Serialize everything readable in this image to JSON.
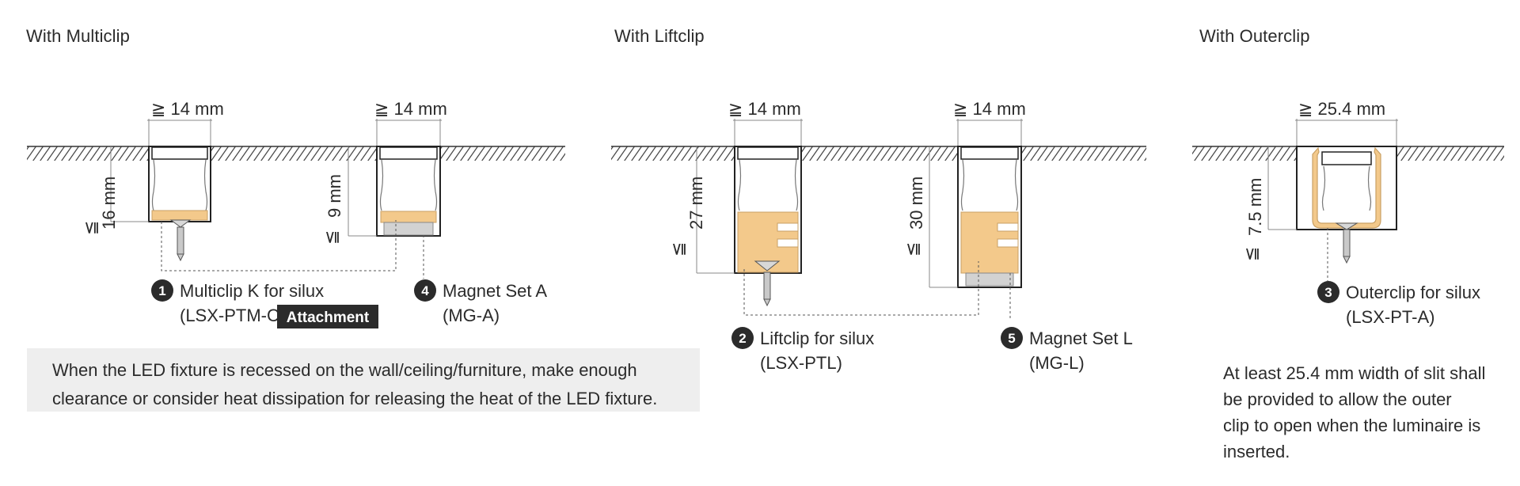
{
  "sections": {
    "multiclip": {
      "title": "With Multiclip"
    },
    "liftclip": {
      "title": "With Liftclip"
    },
    "outerclip": {
      "title": "With Outerclip"
    }
  },
  "dims": {
    "width_14": "≧ 14 mm",
    "width_25_4": "≧ 25.4 mm",
    "depth_16": "16 mm",
    "depth_9": "9 mm",
    "depth_27": "27 mm",
    "depth_30": "30 mm",
    "depth_7_5": "7.5 mm",
    "gte_symbol": "≦"
  },
  "parts": [
    {
      "number": "1",
      "name": "Multiclip K for silux",
      "code": "(LSX-PTM-C)",
      "tag": "Attachment"
    },
    {
      "number": "4",
      "name": "Magnet Set A",
      "code": "(MG-A)"
    },
    {
      "number": "2",
      "name": "Liftclip for silux",
      "code": "(LSX-PTL)"
    },
    {
      "number": "5",
      "name": "Magnet Set L",
      "code": "(MG-L)"
    },
    {
      "number": "3",
      "name": "Outerclip for silux",
      "code": "(LSX-PT-A)"
    }
  ],
  "notes": {
    "heat_line1": "When the LED fixture is recessed on the wall/ceiling/furniture, make enough",
    "heat_line2": "clearance or consider heat dissipation for releasing the heat of the LED fixture.",
    "outer_line1": "At least 25.4 mm width of slit shall",
    "outer_line2": "be provided to allow the outer",
    "outer_line3": "clip to open when the luminaire is",
    "outer_line4": "inserted."
  },
  "colors": {
    "clip": "#f3c98b",
    "clip_stroke": "#c9a064",
    "magnet": "#d2d2d2",
    "line": "#333333",
    "badge": "#2b2b2b"
  }
}
